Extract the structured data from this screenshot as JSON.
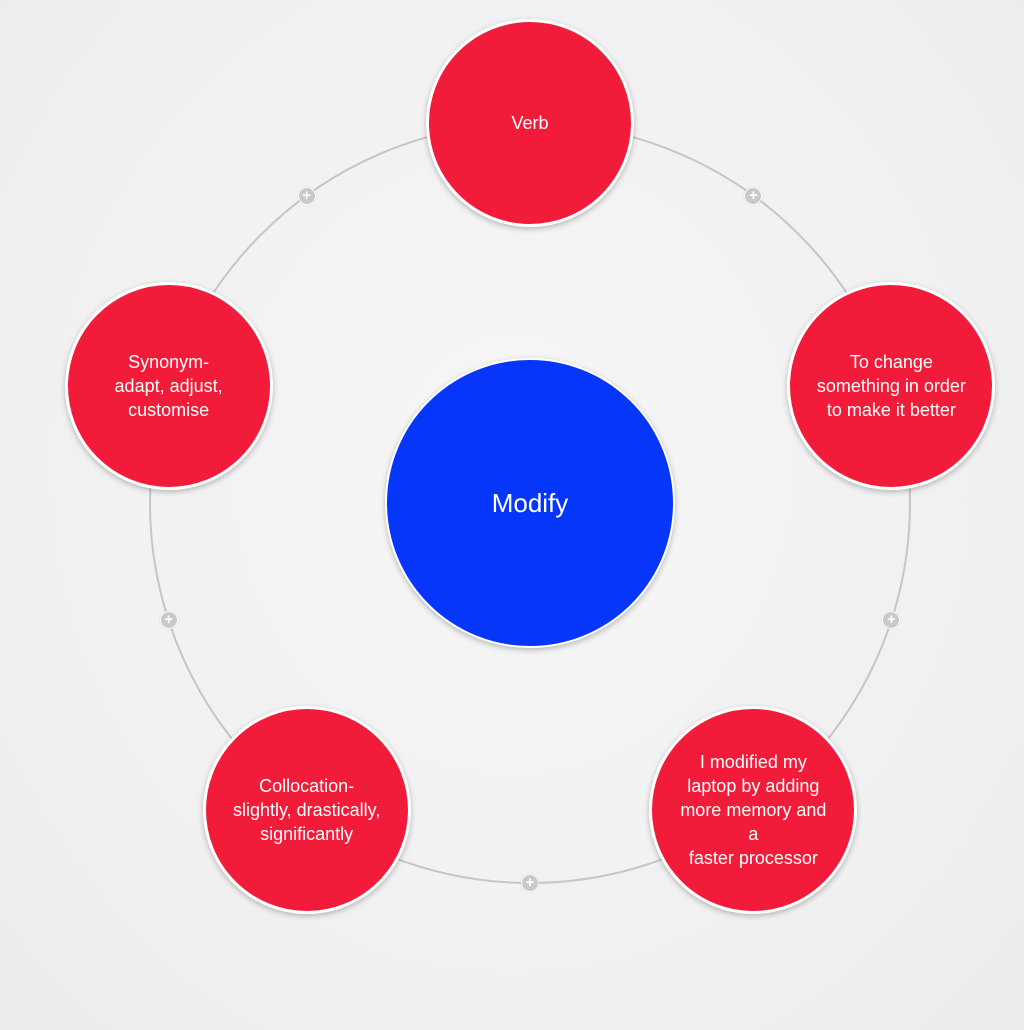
{
  "colors": {
    "background": "#f2f2f2",
    "center_node": "#0636f9",
    "outer_node": "#f21b39",
    "connector": "#c6c6c6",
    "add_button": "#c9c9c9"
  },
  "center": {
    "label": "Modify"
  },
  "nodes": [
    {
      "id": "verb",
      "label": "Verb"
    },
    {
      "id": "definition",
      "label": "To change\nsomething in order\nto make it better"
    },
    {
      "id": "example",
      "label": "I modified my\nlaptop by adding\nmore memory and a\nfaster processor"
    },
    {
      "id": "collocation",
      "label": "Collocation-\nslightly, drastically,\nsignificantly"
    },
    {
      "id": "synonym",
      "label": "Synonym-\nadapt, adjust,\ncustomise"
    }
  ],
  "add_buttons": [
    {
      "icon": "plus-icon"
    },
    {
      "icon": "plus-icon"
    },
    {
      "icon": "plus-icon"
    },
    {
      "icon": "plus-icon"
    },
    {
      "icon": "plus-icon"
    }
  ]
}
